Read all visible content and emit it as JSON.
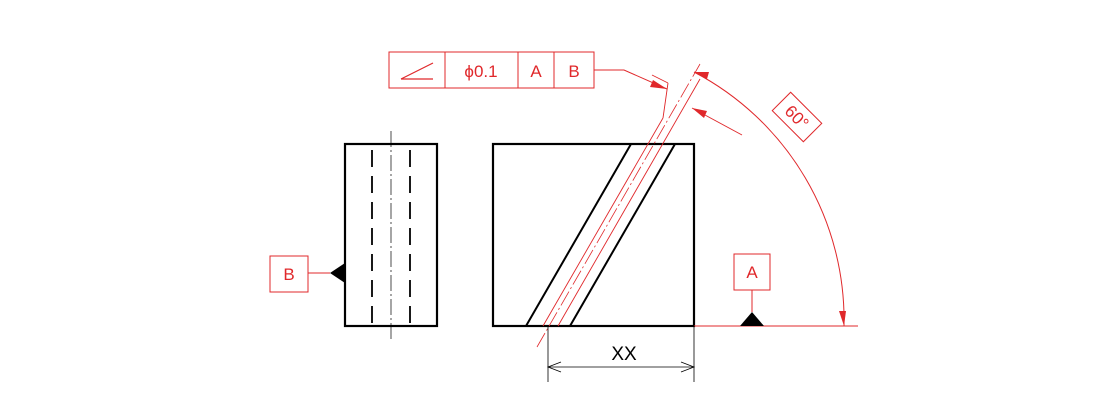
{
  "colors": {
    "annotation": "#e0282b",
    "geometry": "#000000",
    "background": "#ffffff"
  },
  "feature_control_frame": {
    "symbol_icon": "angularity-icon",
    "tolerance": "ϕ0.1",
    "datum_primary": "A",
    "datum_secondary": "B"
  },
  "datum_a": {
    "label": "A"
  },
  "datum_b": {
    "label": "B"
  },
  "angle": {
    "label": "60°"
  },
  "dimension": {
    "label": "XX"
  }
}
